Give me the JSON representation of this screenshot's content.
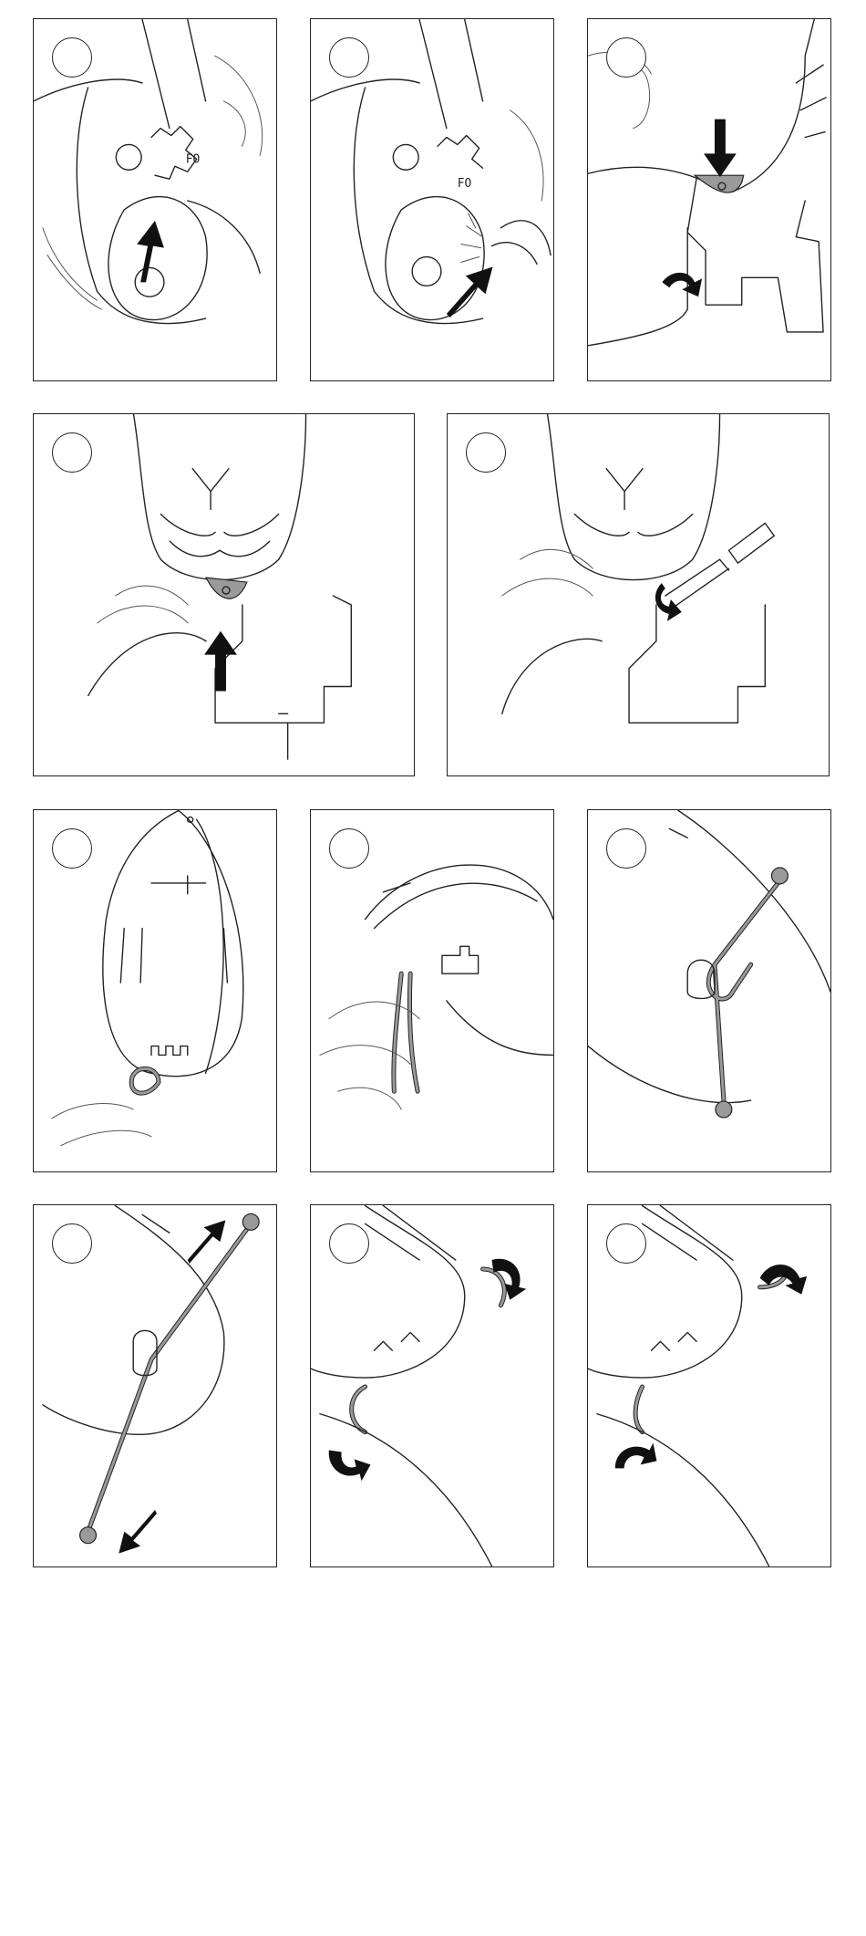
{
  "panels": [
    {
      "id": "p1",
      "marking": "FO"
    },
    {
      "id": "p2",
      "marking": "FO"
    },
    {
      "id": "p3"
    },
    {
      "id": "p4"
    },
    {
      "id": "p5"
    },
    {
      "id": "p6"
    },
    {
      "id": "p7"
    },
    {
      "id": "p8"
    },
    {
      "id": "p9"
    },
    {
      "id": "p10"
    },
    {
      "id": "p11"
    }
  ]
}
